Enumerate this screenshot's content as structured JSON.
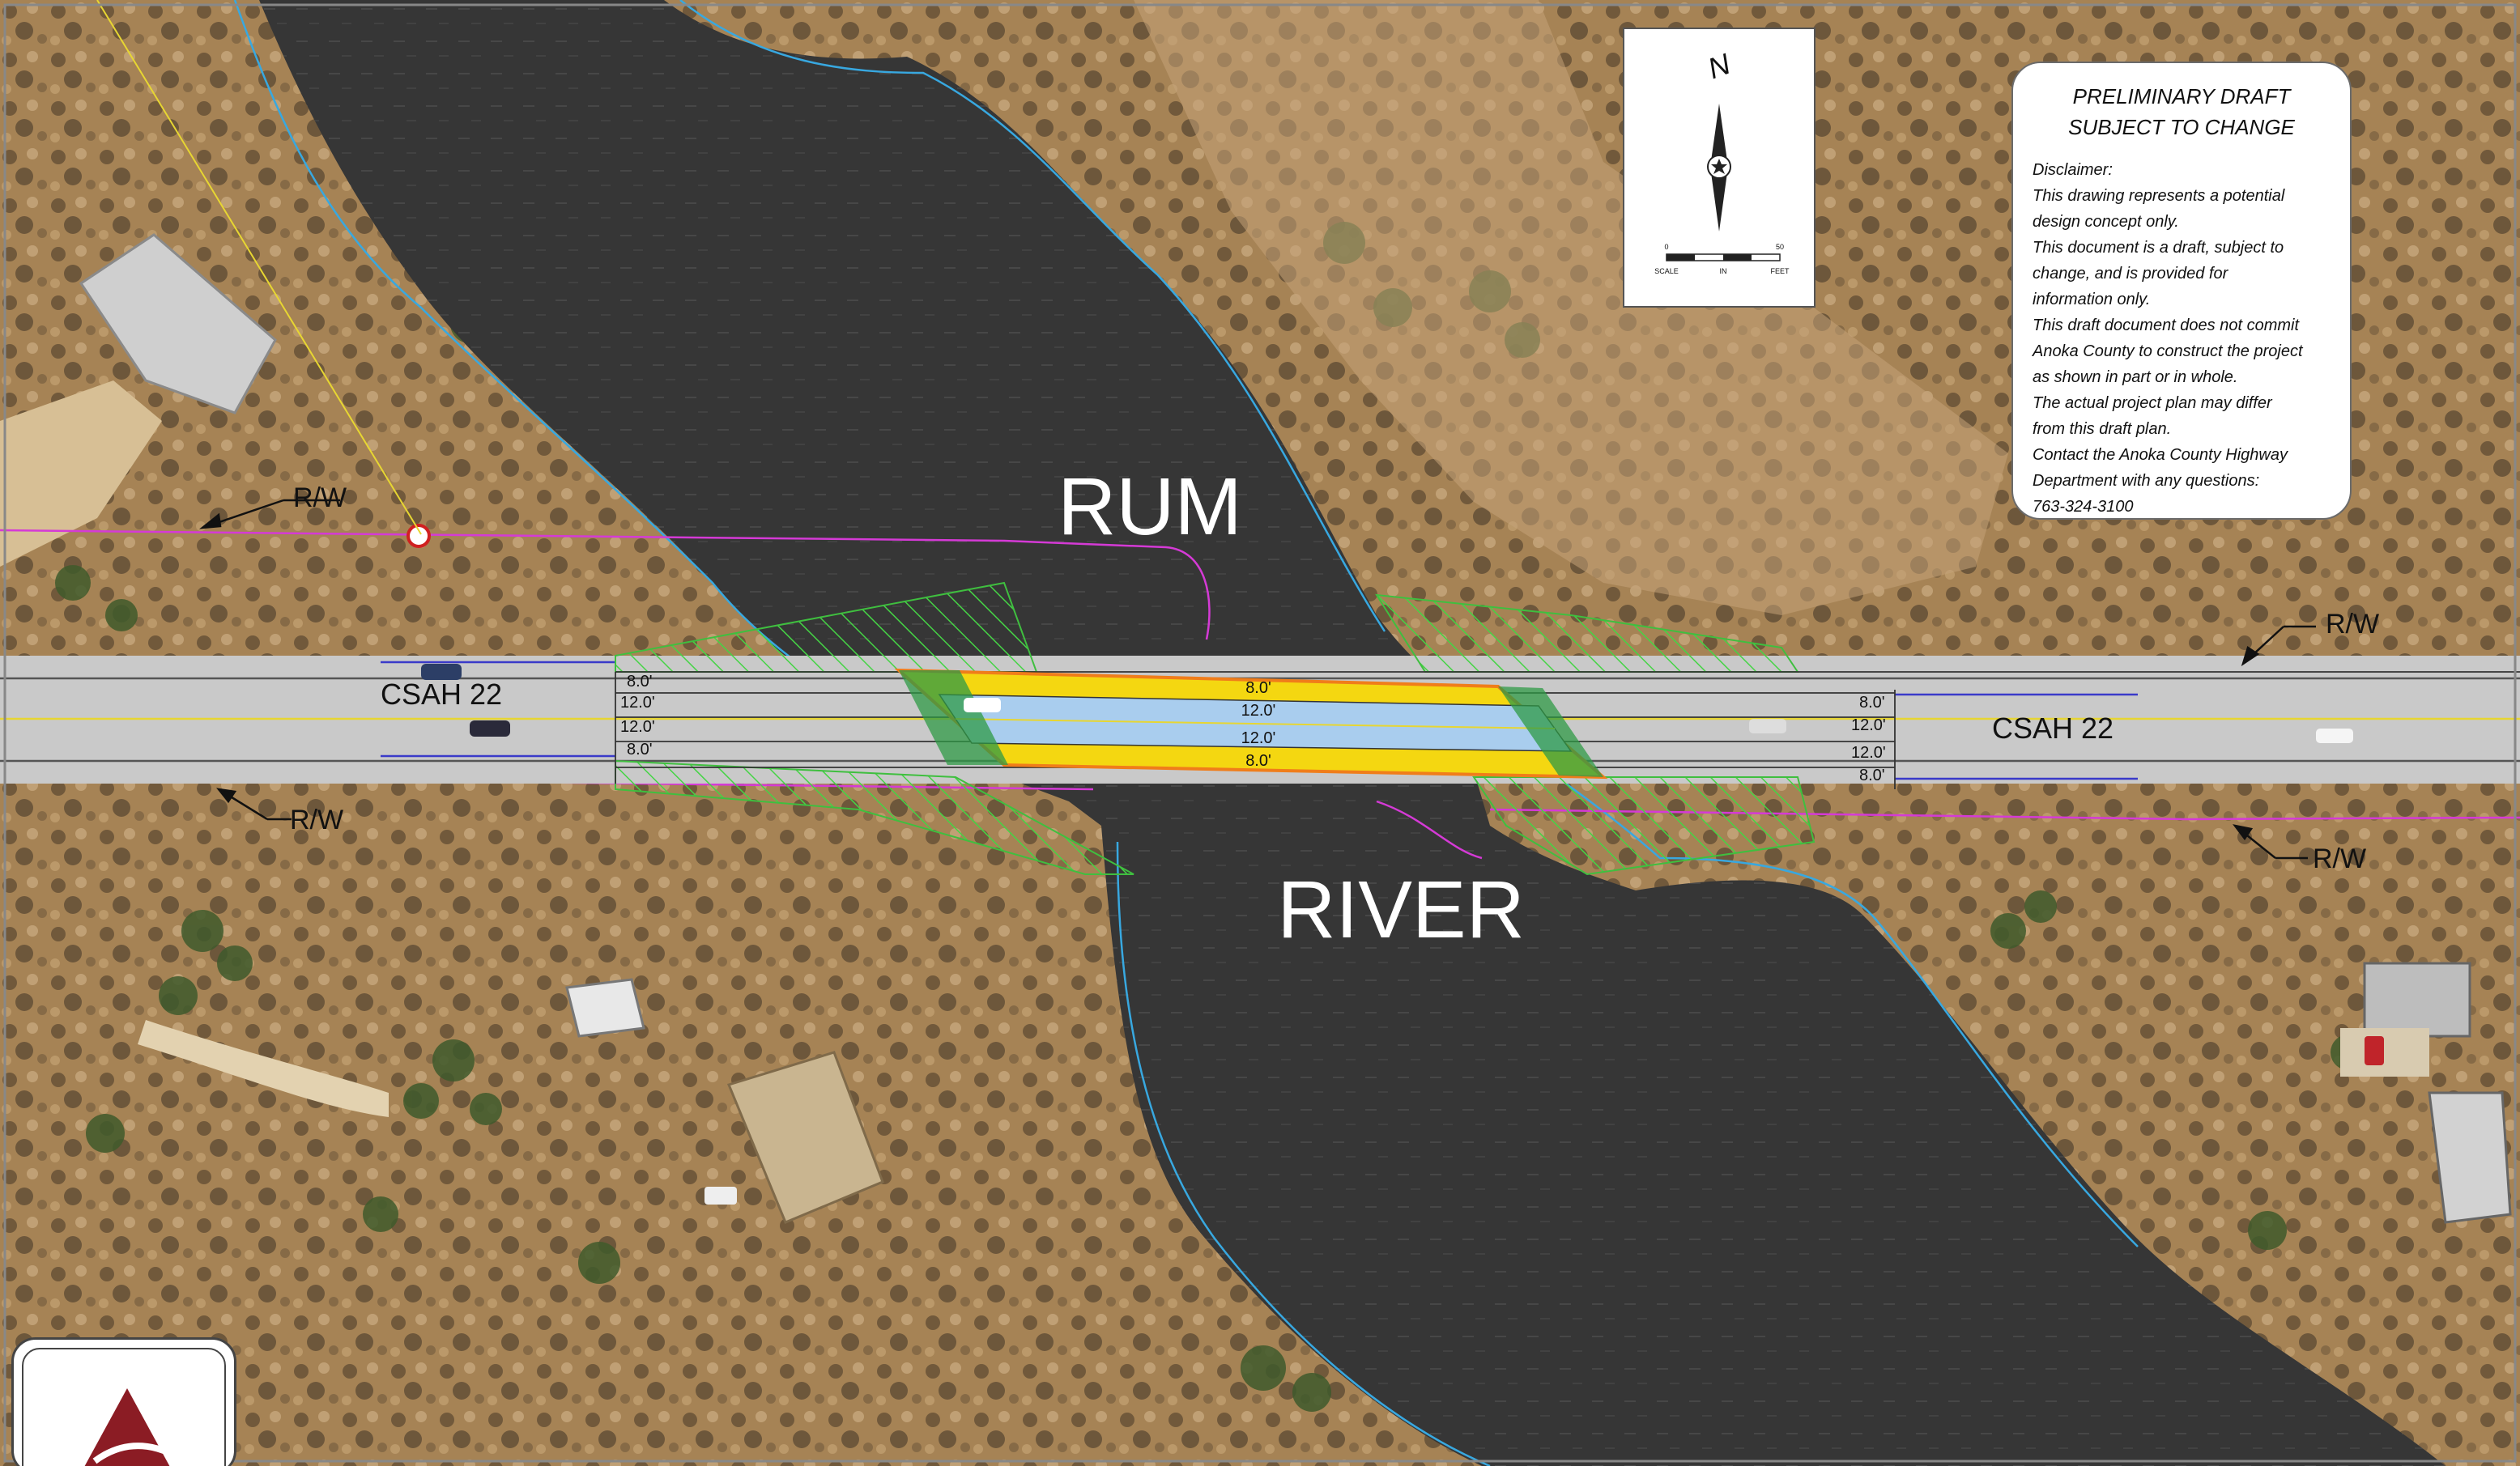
{
  "labels": {
    "river_top": "RUM",
    "river_bottom": "RIVER",
    "road_west": "CSAH 22",
    "road_east": "CSAH 22",
    "rw_nw": "R/W",
    "rw_sw": "R/W",
    "rw_ne": "R/W",
    "rw_se": "R/W"
  },
  "lane_widths": {
    "west": [
      "8.0'",
      "12.0'",
      "12.0'",
      "8.0'"
    ],
    "bridge": [
      "8.0'",
      "12.0'",
      "12.0'",
      "8.0'"
    ],
    "east": [
      "8.0'",
      "12.0'",
      "12.0'",
      "8.0'"
    ]
  },
  "north_arrow": {
    "north_glyph": "N",
    "scale_start": "0",
    "scale_end": "50",
    "scale_caption_left": "SCALE",
    "scale_caption_mid": "IN",
    "scale_caption_right": "FEET"
  },
  "notes": {
    "title_lines": [
      "PRELIMINARY DRAFT",
      "SUBJECT TO CHANGE"
    ],
    "body_lines": [
      "Disclaimer:",
      "This drawing represents a potential",
      "design concept only.",
      "This document is a draft, subject to",
      "change, and is provided for",
      "information only.",
      "This draft document does not commit",
      "Anoka County to construct the project",
      "as shown in part or in whole.",
      "The actual project plan may differ",
      "from this draft plan.",
      "Contact the Anoka County Highway",
      "Department with any questions:",
      "763-324-3100"
    ]
  },
  "colors": {
    "river": "#3a3a3a",
    "land": "#b8956a",
    "forest": "#6e5a3e",
    "road": "#c9c9c9",
    "bridge_deck": "#a9cdee",
    "shoulder_yellow": "#f4d711",
    "bridge_edge": "#f07d1a",
    "hatch_green": "#4fd24f",
    "row_magenta": "#d53ad6",
    "shoreline_blue": "#38a8e0",
    "logo_red": "#8b1c24"
  }
}
